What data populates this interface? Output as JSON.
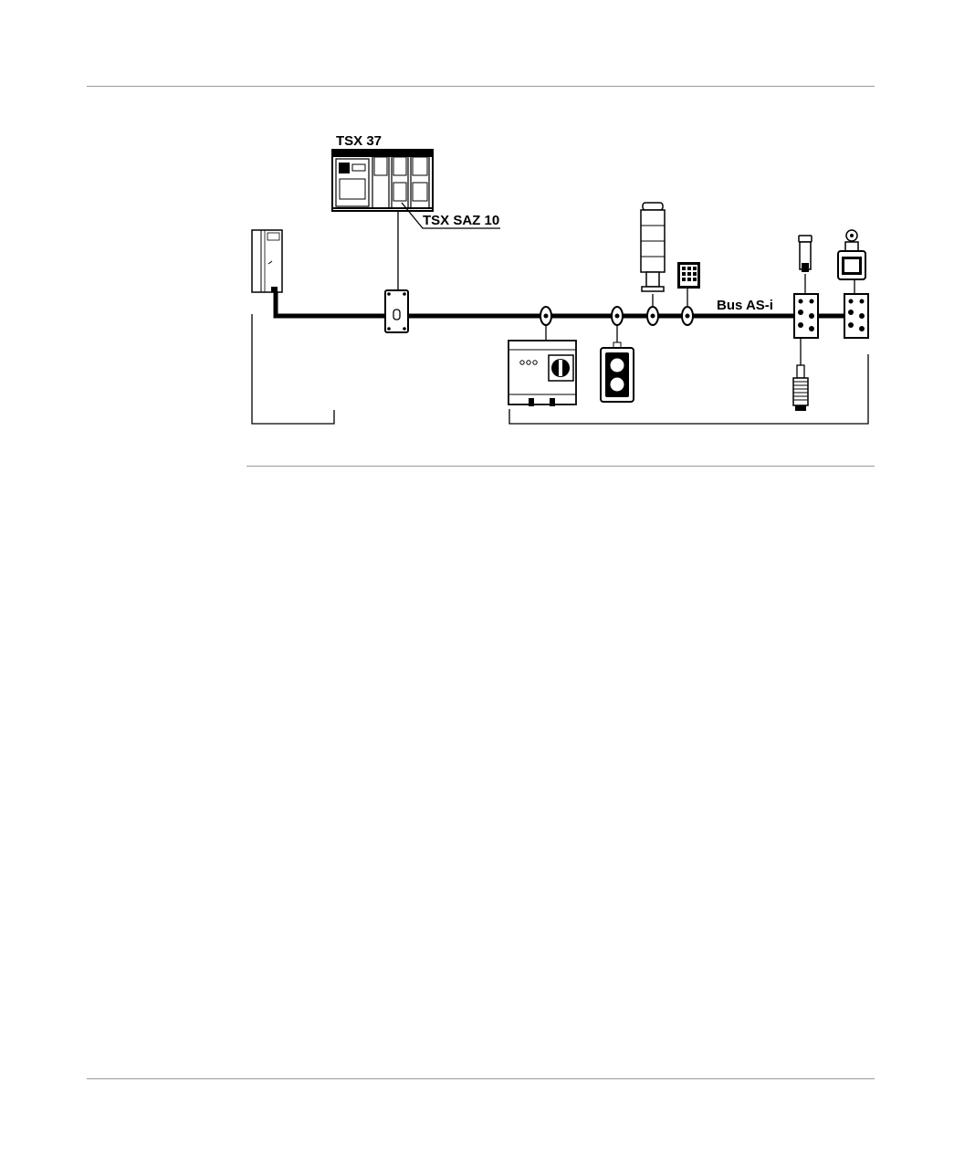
{
  "diagram": {
    "labels": {
      "plc": "TSX 37",
      "master_module": "TSX SAZ 10",
      "bus": "Bus AS-i"
    },
    "nodes": [
      {
        "id": "power-supply",
        "icon": "power-supply-icon"
      },
      {
        "id": "plc",
        "icon": "plc-rack-icon"
      },
      {
        "id": "tap-junction",
        "icon": "tap-box-icon"
      },
      {
        "id": "motor-starter",
        "icon": "motor-starter-icon"
      },
      {
        "id": "pushbutton-station",
        "icon": "pushbutton-station-icon"
      },
      {
        "id": "signal-tower",
        "icon": "signal-tower-icon"
      },
      {
        "id": "keypad",
        "icon": "keypad-icon"
      },
      {
        "id": "io-interface-1",
        "icon": "io-interface-icon"
      },
      {
        "id": "io-interface-2",
        "icon": "io-interface-icon"
      },
      {
        "id": "limit-switch-sensor",
        "icon": "limit-switch-icon"
      },
      {
        "id": "position-switch",
        "icon": "position-switch-icon"
      },
      {
        "id": "inductive-sensor",
        "icon": "inductive-sensor-icon"
      }
    ],
    "colors": {
      "line": "#000000",
      "rule": "#9a9a9a"
    }
  }
}
